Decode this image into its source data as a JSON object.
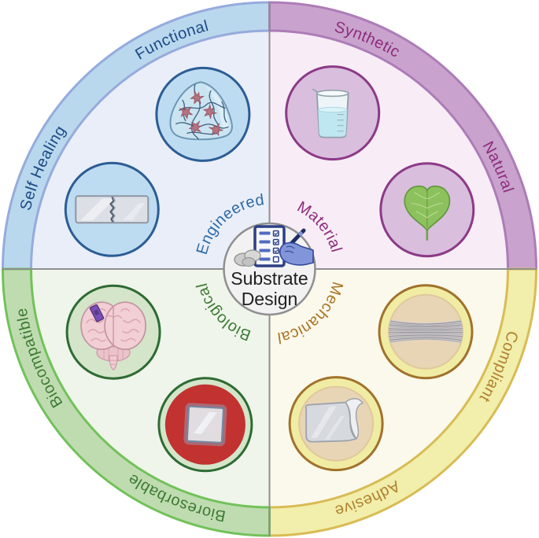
{
  "wheel": {
    "center": {
      "line1": "Substrate",
      "line2": "Design",
      "icon": "checklist-clipboard-hand-pen-rocks-icon",
      "fill": "#f2f2f3",
      "stroke": "#8f8f8f",
      "text_color": "#1f1f1f"
    },
    "divider_color": "#8f8f8f",
    "quadrants": [
      {
        "name": "engineered",
        "position": "top-left",
        "inner_label": "Engineered",
        "outer_labels": [
          "Functional",
          "Self Healing"
        ],
        "items": [
          {
            "icon": "hydrogel-cell-scaffold-icon"
          },
          {
            "icon": "self-healing-film-icon"
          }
        ],
        "colors": {
          "band": "#b9d8ee",
          "band_border": "#96abdc",
          "interior": "#e9eef8",
          "circle_fill": "#bedcf1",
          "circle_stroke": "#2c5d94",
          "outer_label_color": "#1d4a85",
          "inner_label_color": "#2d6ba6"
        }
      },
      {
        "name": "material",
        "position": "top-right",
        "inner_label": "Material",
        "outer_labels": [
          "Synthetic",
          "Natural"
        ],
        "items": [
          {
            "icon": "beaker-icon"
          },
          {
            "icon": "leaf-icon"
          }
        ],
        "colors": {
          "band": "#c9a3cd",
          "band_border": "#ad7cb8",
          "interior": "#f8edf6",
          "circle_fill": "#d9bedd",
          "circle_stroke": "#8c3a87",
          "outer_label_color": "#8e2c7d",
          "inner_label_color": "#8e2c7d"
        }
      },
      {
        "name": "biological",
        "position": "bottom-left",
        "inner_label": "Biological",
        "outer_labels": [
          "Biocompatible",
          "Bioresorbable"
        ],
        "items": [
          {
            "icon": "brain-implant-icon"
          },
          {
            "icon": "bioresorbable-patch-icon"
          }
        ],
        "colors": {
          "band": "#bfdcb1",
          "band_border": "#72c25a",
          "interior": "#eff5ea",
          "circle_fill": "#d4e5ca",
          "circle_stroke": "#2e6b33",
          "patch_red": "#c23230",
          "outer_label_color": "#3d7a33",
          "inner_label_color": "#3d7a33"
        }
      },
      {
        "name": "mechanical",
        "position": "bottom-right",
        "inner_label": "Mechanical",
        "outer_labels": [
          "Compliant",
          "Adhesive"
        ],
        "items": [
          {
            "icon": "stretched-fibers-icon"
          },
          {
            "icon": "adhesive-film-icon"
          }
        ],
        "colors": {
          "band": "#f2eeab",
          "band_border": "#d8bc55",
          "interior": "#fbf9ec",
          "circle_fill": "#f0eca4",
          "circle_stroke": "#a0722c",
          "inner_disc": "#e8d5b6",
          "outer_label_color": "#b08030",
          "inner_label_color": "#ab7426"
        }
      }
    ]
  }
}
